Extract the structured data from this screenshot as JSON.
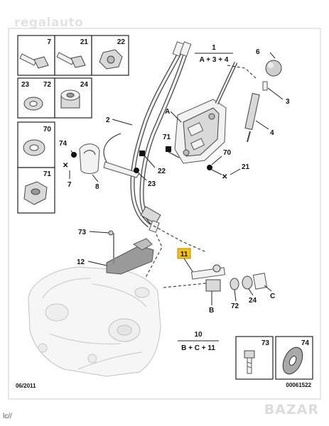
{
  "watermark_top": "regalauto",
  "watermark_bottom": "BAZAR",
  "url_text": "lc//",
  "date_code": "06/2011",
  "drawing_code": "00061522",
  "highlight_color": "#f4c20d",
  "part_boxes": {
    "b7": "7",
    "b21": "21",
    "b22": "22",
    "b23": "23",
    "b72": "72",
    "b24": "24",
    "b70": "70",
    "b71": "71",
    "b73": "73",
    "b74": "74"
  },
  "assemblies": {
    "group1_num": "1",
    "group1_formula": "A + 3 + 4",
    "group10_num": "10",
    "group10_formula": "B + C + 11"
  },
  "callouts": {
    "n2": "2",
    "n3": "3",
    "n4": "4",
    "n6": "6",
    "nA": "A",
    "n74a": "74",
    "n7": "7",
    "n8": "8",
    "n71": "71",
    "n22": "22",
    "n23": "23",
    "n70": "70",
    "n21": "21",
    "n73": "73",
    "n12": "12",
    "n11": "11",
    "nB": "B",
    "n72": "72",
    "n24": "24",
    "nC": "C"
  }
}
